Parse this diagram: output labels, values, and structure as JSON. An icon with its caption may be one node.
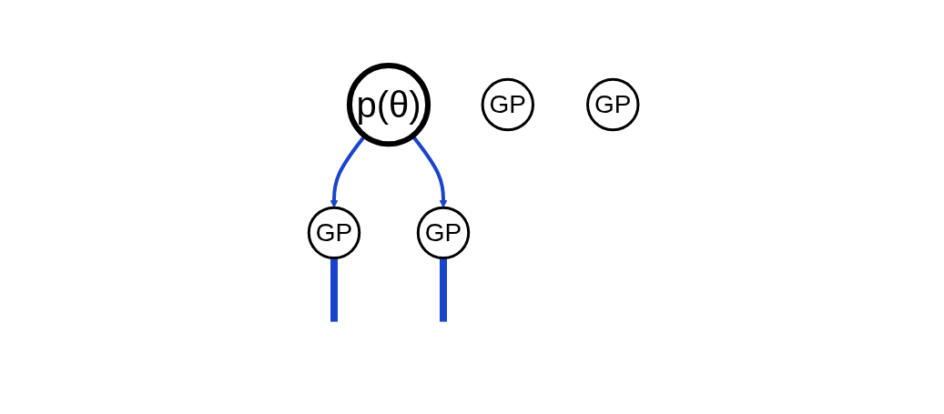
{
  "diagram": {
    "nodes": [
      {
        "text": [
          "p(θ)"
        ]
      },
      {
        "text": [
          "GP"
        ]
      },
      {
        "text": [
          "GP"
        ]
      },
      {
        "text": [
          "GP"
        ]
      },
      {
        "text": [
          "GP"
        ]
      }
    ],
    "edges": [
      {
        "from": 0,
        "to": 2,
        "arrow": "to"
      },
      {
        "from": 0,
        "to": 3,
        "arrow": "to"
      },
      {
        "from": 2,
        "to": null,
        "arrow": "none",
        "style": "thick"
      },
      {
        "from": 3,
        "to": null,
        "arrow": "none",
        "style": "thick"
      }
    ]
  }
}
